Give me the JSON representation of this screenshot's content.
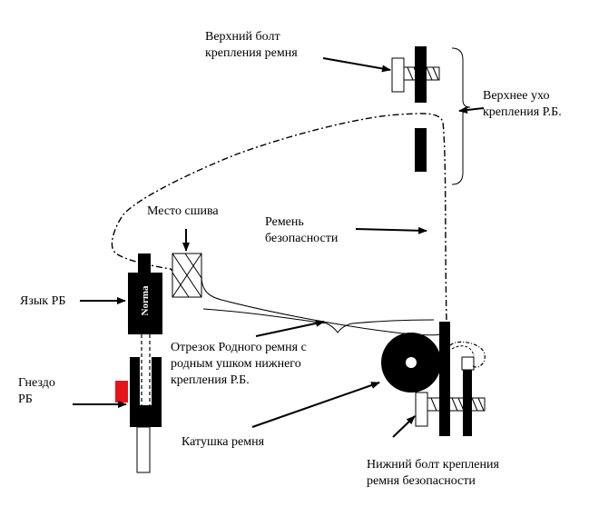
{
  "labels": {
    "top_bolt": "Верхний болт\nкрепления ремня",
    "top_ear": "Верхнее ухо\nкрепления Р.Б.",
    "stitch_place": "Место сшива",
    "belt": "Ремень\nбезопасности",
    "tongue": "Язык РБ",
    "native_segment": "Отрезок Родного ремня с\nродным ушком нижнего\nкрепления Р.Б.",
    "socket": "Гнездо\nРБ",
    "reel": "Катушка ремня",
    "bottom_bolt": "Нижний болт крепления\nремня безопасности"
  },
  "tongue_stamp": "Norma",
  "colors": {
    "ink": "#000000",
    "socket_button": "#e8141c",
    "background": "#ffffff"
  }
}
